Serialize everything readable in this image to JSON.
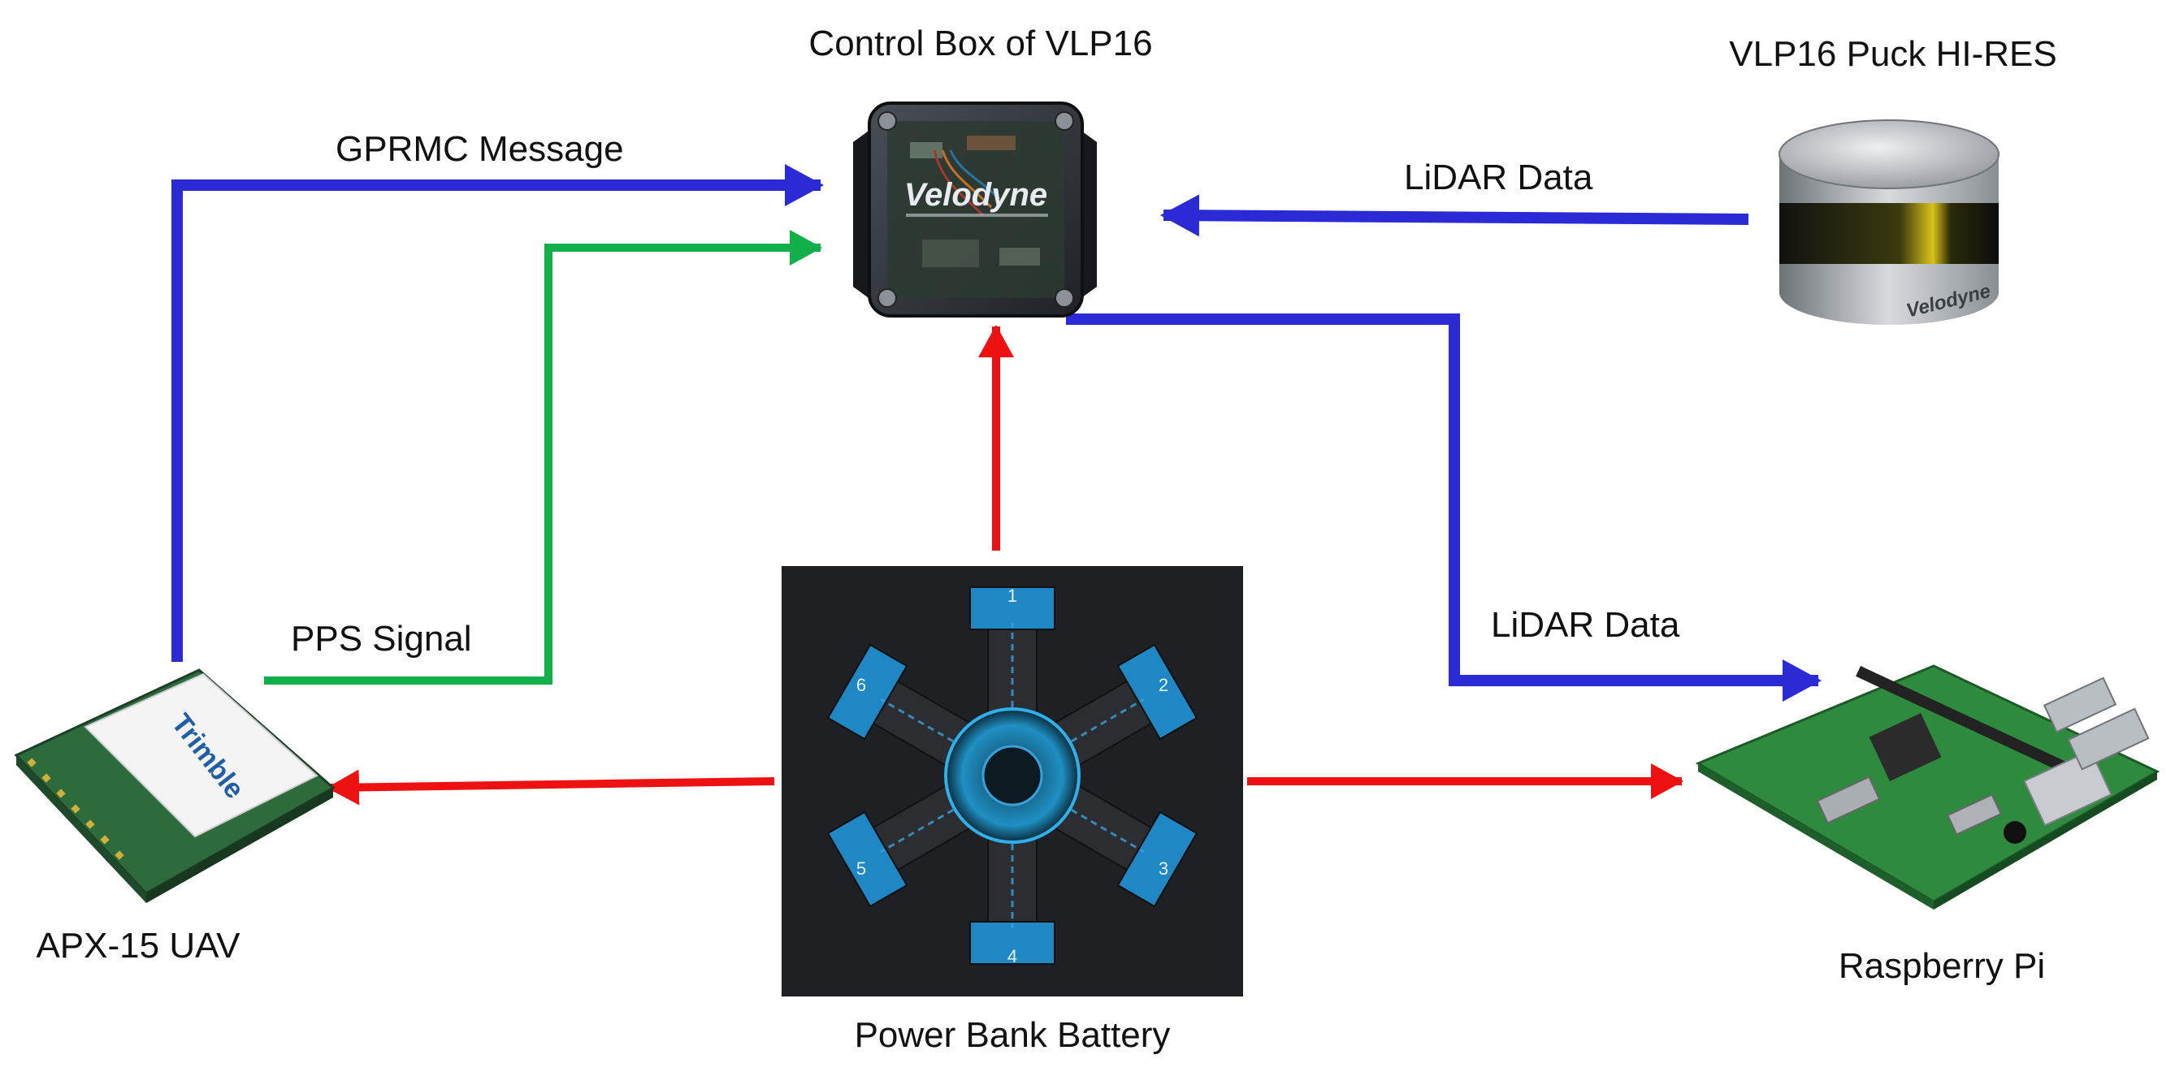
{
  "colors": {
    "data_link": "#2b2bd6",
    "sync_link": "#12b04a",
    "power_link": "#ee1111",
    "background": "#ffffff"
  },
  "nodes": {
    "control_box": {
      "label": "Control Box of VLP16",
      "logo_text": "Velodyne"
    },
    "lidar_puck": {
      "label": "VLP16 Puck HI-RES",
      "logo_text": "Velodyne"
    },
    "gnss_board": {
      "label": "APX-15 UAV",
      "logo_text": "Trimble"
    },
    "raspberry_pi": {
      "label": "Raspberry Pi"
    },
    "battery": {
      "label": "Power Bank Battery",
      "cell_numbers": [
        "1",
        "2",
        "3",
        "4",
        "5",
        "6"
      ]
    }
  },
  "edges": {
    "gprmc": {
      "label": "GPRMC Message",
      "from": "APX-15 UAV",
      "to": "Control Box of VLP16"
    },
    "pps": {
      "label": "PPS Signal",
      "from": "APX-15 UAV",
      "to": "Control Box of VLP16"
    },
    "lidar_in": {
      "label": "LiDAR Data",
      "from": "VLP16 Puck HI-RES",
      "to": "Control Box of VLP16"
    },
    "lidar_out": {
      "label": "LiDAR Data",
      "from": "Control Box of VLP16",
      "to": "Raspberry Pi"
    }
  }
}
